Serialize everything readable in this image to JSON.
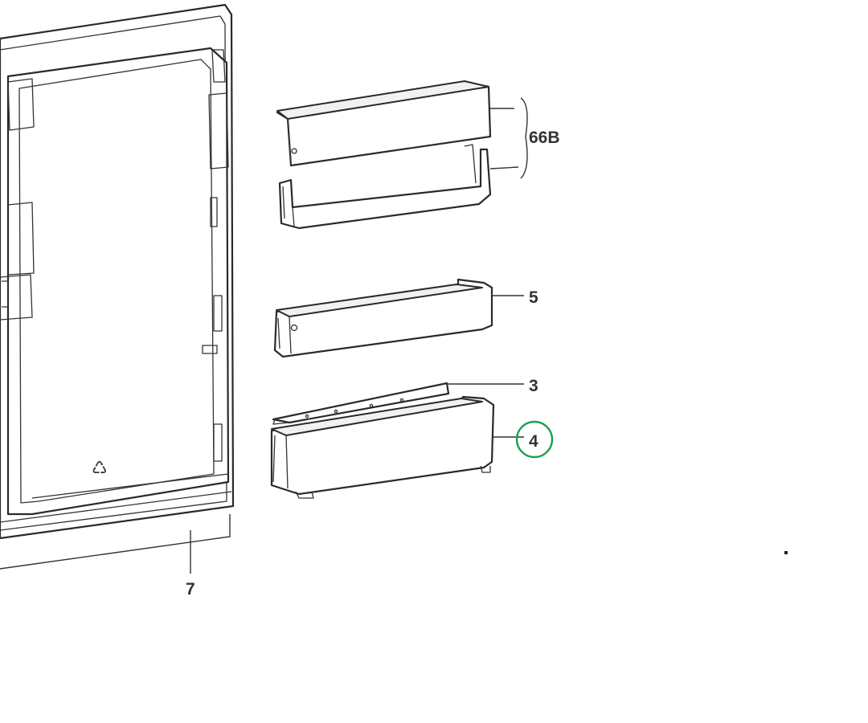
{
  "callouts": {
    "door_panel": "7",
    "upper_shelf_set": "66B",
    "middle_shelf": "5",
    "shelf_rail": "3",
    "lower_shelf": "4"
  },
  "highlight": {
    "target": "lower_shelf",
    "circle_color": "#1aa055"
  },
  "colors": {
    "line": "#2a2a2a",
    "fill": "#ffffff"
  }
}
